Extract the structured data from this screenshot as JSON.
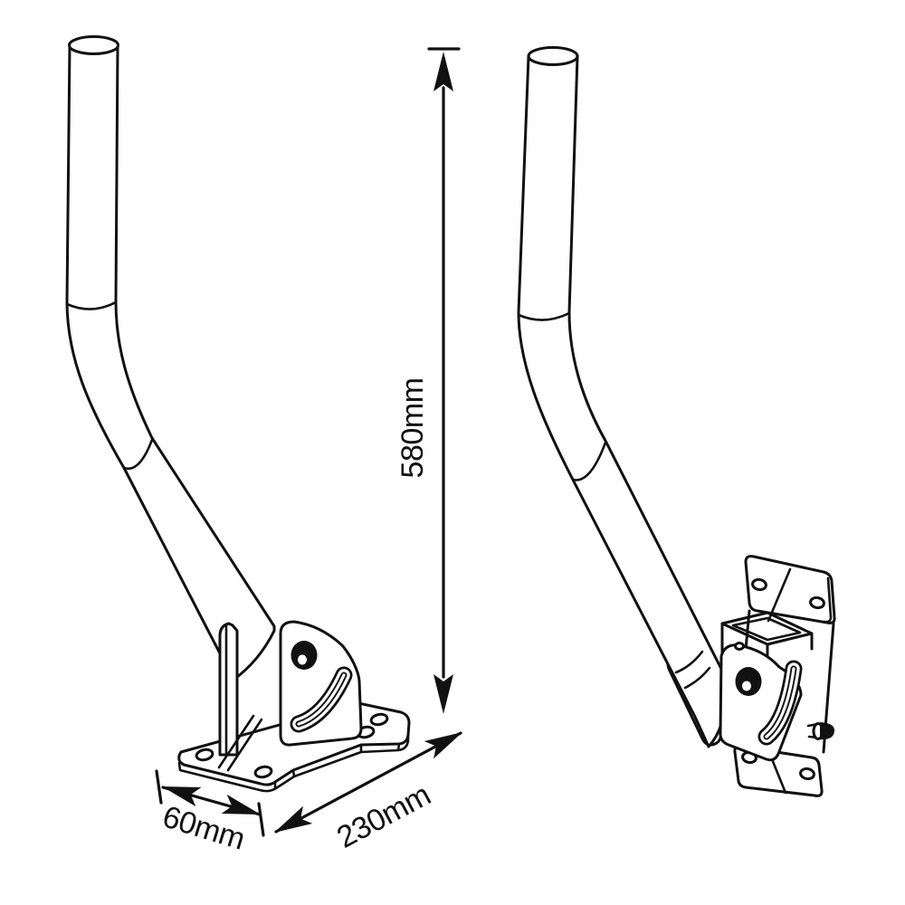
{
  "dimensions": {
    "height": "580mm",
    "base_width": "60mm",
    "base_length": "230mm"
  },
  "colors": {
    "ink": "#111111",
    "paper": "#ffffff"
  }
}
